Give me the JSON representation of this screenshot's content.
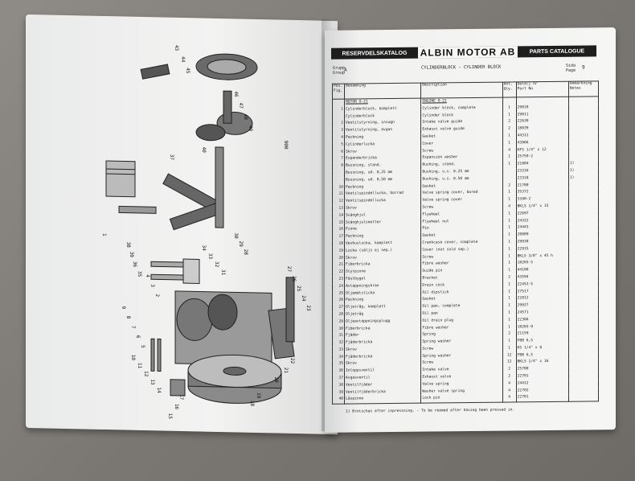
{
  "header": {
    "left": "RESERVDELSKATALOG",
    "center": "ALBIN MOTOR AB",
    "right": "PARTS CATALOGUE"
  },
  "meta": {
    "group_label": "Grupp\nGroup",
    "group_value": "A",
    "title": "CYLINDERBLOCK - CYLINDER BLOCK",
    "side_label": "Sida\nPage",
    "side_value": "9"
  },
  "columns": {
    "pos": "Pos.\nFig.",
    "sw": "Benämning",
    "en": "Description",
    "qty": "Ant.\nQty.",
    "part": "Detalj nr\nPart No",
    "note": "Anmärkning\nNotes"
  },
  "rows": [
    {
      "pos": "",
      "sw": "MOTOR O-21",
      "en": "ENGINE O-21",
      "qty": "",
      "part": "",
      "note": "",
      "ul": true
    },
    {
      "pos": "1",
      "sw": "Cylinderblock, komplett",
      "en": "Cylinder block, complete",
      "qty": "1",
      "part": "29018",
      "note": ""
    },
    {
      "pos": "",
      "sw": "Cylinderblock",
      "en": "Cylinder block",
      "qty": "1",
      "part": "29011",
      "note": "",
      "indent": true
    },
    {
      "pos": "2",
      "sw": "Ventilstyrning, insugn",
      "en": "Intake valve guide",
      "qty": "2",
      "part": "22630",
      "note": ""
    },
    {
      "pos": "3",
      "sw": "Ventilstyrning, avgas",
      "en": "Exhaust valve guide",
      "qty": "2",
      "part": "18839",
      "note": ""
    },
    {
      "pos": "4",
      "sw": "Packning",
      "en": "Gasket",
      "qty": "1",
      "part": "44312",
      "note": ""
    },
    {
      "pos": "5",
      "sw": "Cylinderlucka",
      "en": "Cover",
      "qty": "1",
      "part": "43966",
      "note": ""
    },
    {
      "pos": "6",
      "sw": "Skruv",
      "en": "Screw",
      "qty": "4",
      "part": "KFS 1/4\" x 12",
      "note": ""
    },
    {
      "pos": "7",
      "sw": "Expanderbricka",
      "en": "Expansion washer",
      "qty": "1",
      "part": "25759-2",
      "note": ""
    },
    {
      "pos": "8",
      "sw": "Bussning, stand.",
      "en": "Bushing, stand.",
      "qty": "1",
      "part": "21804",
      "note": "1)"
    },
    {
      "pos": "",
      "sw": "Bussning, ud. 0,25 mm",
      "en": "Bushing, u.s. 0.25 mm",
      "qty": "",
      "part": "23316",
      "note": "1)"
    },
    {
      "pos": "",
      "sw": "Bussning, ud. 0,50 mm",
      "en": "Bushing, u.s. 0.50 mm",
      "qty": "",
      "part": "23318",
      "note": "1)"
    },
    {
      "pos": "10",
      "sw": "Packning",
      "en": "Gasket",
      "qty": "2",
      "part": "21780",
      "note": ""
    },
    {
      "pos": "11",
      "sw": "Ventilspindellucka, borrad",
      "en": "Valve spring cover, bored",
      "qty": "1",
      "part": "35372",
      "note": ""
    },
    {
      "pos": "12",
      "sw": "Ventilspindellucka",
      "en": "Valve spring cover",
      "qty": "1",
      "part": "3340-2",
      "note": ""
    },
    {
      "pos": "13",
      "sw": "Skruv",
      "en": "Screw",
      "qty": "4",
      "part": "BKLS 1/4\" x 15",
      "note": ""
    },
    {
      "pos": "14",
      "sw": "Svänghjul",
      "en": "Flywheel",
      "qty": "1",
      "part": "22697",
      "note": ""
    },
    {
      "pos": "15",
      "sw": "Svänghjulsmutter",
      "en": "Flywheel nut",
      "qty": "1",
      "part": "24322",
      "note": ""
    },
    {
      "pos": "16",
      "sw": "Pinne",
      "en": "Pin",
      "qty": "1",
      "part": "24443",
      "note": ""
    },
    {
      "pos": "17",
      "sw": "Packning",
      "en": "Gasket",
      "qty": "1",
      "part": "20089",
      "note": ""
    },
    {
      "pos": "18",
      "sw": "Vevhuslucka, komplett",
      "en": "Crankcase cover, complete",
      "qty": "1",
      "part": "29938",
      "note": ""
    },
    {
      "pos": "19",
      "sw": "Lucka (säljs ej sep.)",
      "en": "Cover (not sold sep.)",
      "qty": "1",
      "part": "22915",
      "note": "",
      "indent": true
    },
    {
      "pos": "20",
      "sw": "Skruv",
      "en": "Screw",
      "qty": "1",
      "part": "BKLS 3/8\" x 45 h",
      "note": "",
      "indent": true
    },
    {
      "pos": "21",
      "sw": "Fiberbricka",
      "en": "Fibre washer",
      "qty": "1",
      "part": "18265-5",
      "note": "",
      "indent": true
    },
    {
      "pos": "22",
      "sw": "Styrpinne",
      "en": "Guide pin",
      "qty": "1",
      "part": "44188",
      "note": "",
      "indent": true
    },
    {
      "pos": "23",
      "sw": "Fästbygel",
      "en": "Bracket",
      "qty": "2",
      "part": "43594",
      "note": "",
      "indent": true
    },
    {
      "pos": "24",
      "sw": "Avtappningskran",
      "en": "Drain cock",
      "qty": "1",
      "part": "22453-5",
      "note": ""
    },
    {
      "pos": "25",
      "sw": "Oljemätsticka",
      "en": "Oil dipstick",
      "qty": "1",
      "part": "27517",
      "note": ""
    },
    {
      "pos": "26",
      "sw": "Packning",
      "en": "Gasket",
      "qty": "1",
      "part": "22812",
      "note": ""
    },
    {
      "pos": "27",
      "sw": "Oljetråg, komplett",
      "en": "Oil pan, complete",
      "qty": "1",
      "part": "29927",
      "note": ""
    },
    {
      "pos": "28",
      "sw": "Oljetråg",
      "en": "Oil pan",
      "qty": "1",
      "part": "24571",
      "note": "",
      "indent": true
    },
    {
      "pos": "29",
      "sw": "Oljeavtappningsplugg",
      "en": "Oil drain plug",
      "qty": "1",
      "part": "22366",
      "note": "",
      "indent": true
    },
    {
      "pos": "30",
      "sw": "Fiberbricka",
      "en": "Fibre washer",
      "qty": "1",
      "part": "18265-9",
      "note": "",
      "indent": true
    },
    {
      "pos": "31",
      "sw": "Fjäder",
      "en": "Spring",
      "qty": "2",
      "part": "21159",
      "note": "",
      "indent": true
    },
    {
      "pos": "32",
      "sw": "Fjäderbricka",
      "en": "Spring washer",
      "qty": "1",
      "part": "FBB 6,5",
      "note": "",
      "indent": true
    },
    {
      "pos": "33",
      "sw": "Skruv",
      "en": "Screw",
      "qty": "1",
      "part": "KS 1/4\" x 8",
      "note": "",
      "indent": true
    },
    {
      "pos": "34",
      "sw": "Fjäderbricka",
      "en": "Spring washer",
      "qty": "12",
      "part": "FBB 6,5",
      "note": ""
    },
    {
      "pos": "35",
      "sw": "Skruv",
      "en": "Screw",
      "qty": "12",
      "part": "BKLS 1/4\" x 16",
      "note": ""
    },
    {
      "pos": "36",
      "sw": "Inloppsventil",
      "en": "Intake valve",
      "qty": "2",
      "part": "25700",
      "note": ""
    },
    {
      "pos": "37",
      "sw": "Avgasventil",
      "en": "Exhaust valve",
      "qty": "2",
      "part": "22701",
      "note": ""
    },
    {
      "pos": "38",
      "sw": "Ventilfjäder",
      "en": "Valve spring",
      "qty": "4",
      "part": "24412",
      "note": ""
    },
    {
      "pos": "39",
      "sw": "Ventilfjäderbricka",
      "en": "Washer valve spring",
      "qty": "4",
      "part": "22702",
      "note": ""
    },
    {
      "pos": "40",
      "sw": "Låspinne",
      "en": "Lock pin",
      "qty": "4",
      "part": "22701",
      "note": ""
    }
  ],
  "footnote": "1) Brotschas efter inpressning. - To be reamed after having been pressed in.",
  "diagram_labels": [
    "43",
    "44",
    "45",
    "46",
    "47",
    "48",
    "49",
    "40",
    "37",
    "38",
    "39",
    "36",
    "35",
    "34",
    "33",
    "32",
    "31",
    "30",
    "29",
    "28",
    "27",
    "26",
    "25",
    "24",
    "23",
    "22",
    "21",
    "20",
    "19",
    "18",
    "17",
    "16",
    "15",
    "14",
    "13",
    "12",
    "11",
    "10",
    "9",
    "8",
    "7",
    "6",
    "5",
    "4",
    "3",
    "2",
    "1",
    "900"
  ]
}
